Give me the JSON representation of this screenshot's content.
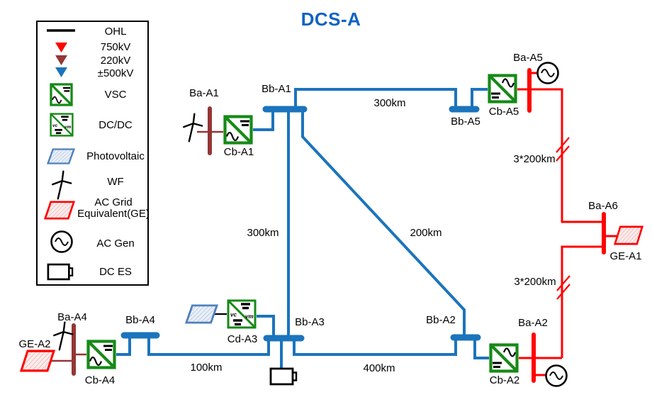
{
  "title": "DCS-A",
  "legend": {
    "ohl": "OHL",
    "kv_750": "750kV",
    "kv_220": "220kV",
    "kv_pm500": "±500kV",
    "vsc": "VSC",
    "dcdc": "DC/DC",
    "photovoltaic": "Photovoltaic",
    "wf": "WF",
    "ac_grid_line1": "AC Grid",
    "ac_grid_line2": "Equivalent(GE)",
    "ac_gen": "AC Gen",
    "dc_es": "DC ES"
  },
  "icons": {
    "vc_label": "vc",
    "vm_label": "vm"
  },
  "nodes": {
    "ba_a1": "Ba-A1",
    "cb_a1": "Cb-A1",
    "bb_a1": "Bb-A1",
    "bb_a5": "Bb-A5",
    "cb_a5": "Cb-A5",
    "ba_a5": "Ba-A5",
    "ba_a6": "Ba-A6",
    "ge_a1": "GE-A1",
    "bb_a2": "Bb-A2",
    "cb_a2": "Cb-A2",
    "ba_a2": "Ba-A2",
    "bb_a3": "Bb-A3",
    "cd_a3": "Cd-A3",
    "bb_a4": "Bb-A4",
    "cb_a4": "Cb-A4",
    "ba_a4": "Ba-A4",
    "ge_a2": "GE-A2"
  },
  "connections": [
    {
      "from": "Bb-A1",
      "to": "Bb-A5",
      "length": "300km",
      "voltage": "±500kV"
    },
    {
      "from": "Bb-A1",
      "to": "Bb-A3",
      "length": "300km",
      "voltage": "±500kV"
    },
    {
      "from": "Bb-A1",
      "to": "Bb-A2",
      "length": "200km",
      "voltage": "±500kV"
    },
    {
      "from": "Bb-A3",
      "to": "Bb-A2",
      "length": "400km",
      "voltage": "±500kV"
    },
    {
      "from": "Bb-A4",
      "to": "Bb-A3",
      "length": "100km",
      "voltage": "±500kV"
    },
    {
      "from": "Ba-A5",
      "to": "Ba-A6",
      "length": "3*200km",
      "voltage": "750kV"
    },
    {
      "from": "Ba-A6",
      "to": "Ba-A2",
      "length": "3*200km",
      "voltage": "750kV"
    }
  ],
  "colors": {
    "dc_500kv_blue": "#1B74BC",
    "ac_750kv_red": "#FF0000",
    "ac_220kv_brown": "#943634",
    "converter_green": "#168A16",
    "pv_border_blue": "#4F81BD",
    "title_blue": "#0F63C4"
  }
}
